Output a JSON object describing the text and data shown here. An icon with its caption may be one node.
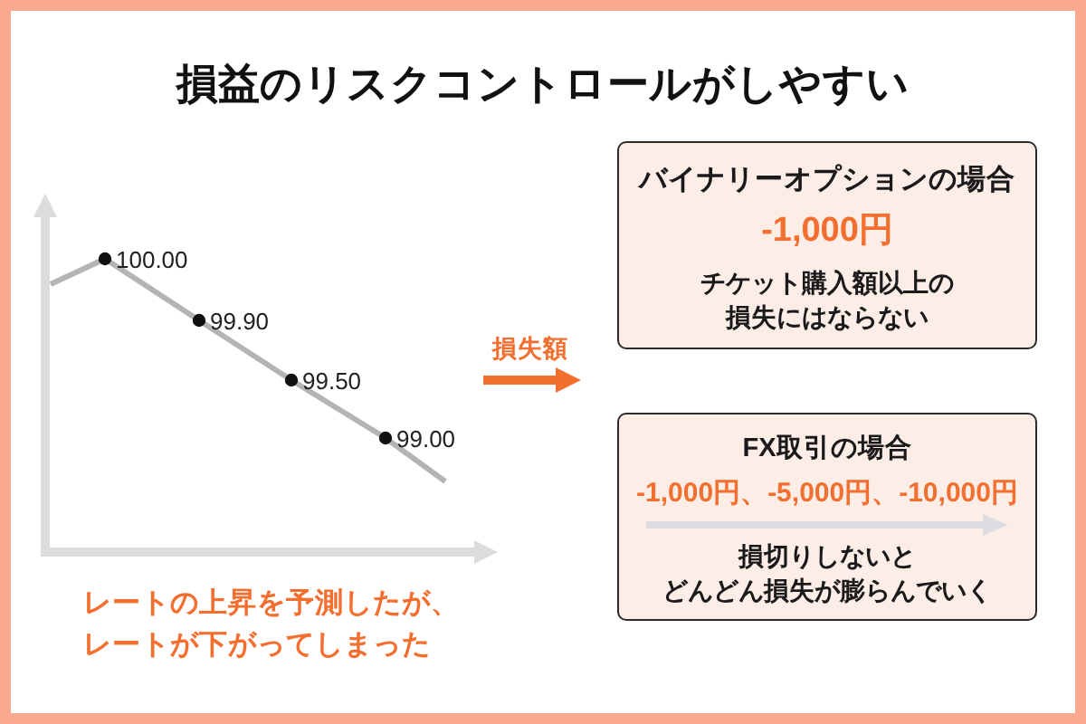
{
  "diagram": {
    "title": "損益のリスクコントロールがしやすい",
    "nodes": [
      {
        "text": [
          "バイナリーオプションの場合",
          "-1,000円",
          "チケット購入額以上の損失にはならない"
        ]
      },
      {
        "text": [
          "FX取引の場合",
          "-1,000円、-5,000円、-10,000円",
          "損切りしないとどんどん損失が膨らんでいく"
        ]
      }
    ],
    "labels": [
      "100.00",
      "99.90",
      "損失額",
      "99.50",
      "99.00",
      "レートの上昇を予測したが、レートが下がってしまった"
    ]
  }
}
